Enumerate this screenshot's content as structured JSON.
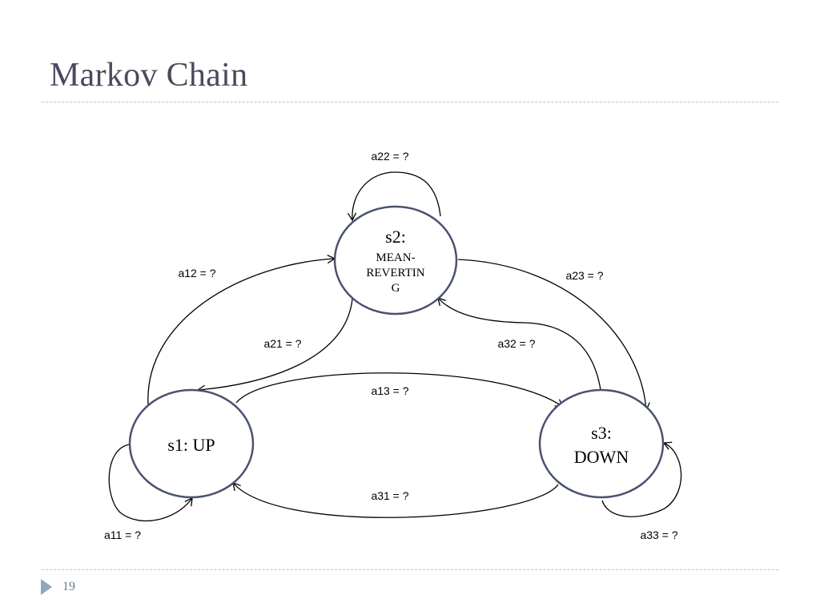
{
  "slide": {
    "title": "Markov Chain",
    "page_number": "19"
  },
  "states": {
    "s1": {
      "lines": [
        "s1: UP"
      ]
    },
    "s2": {
      "title": "s2:",
      "lines": [
        "MEAN-",
        "REVERTIN",
        "G"
      ]
    },
    "s3": {
      "lines": [
        "s3:",
        "DOWN"
      ]
    }
  },
  "transitions": {
    "a11": "a11 = ?",
    "a12": "a12 = ?",
    "a13": "a13 = ?",
    "a21": "a21 = ?",
    "a22": "a22 = ?",
    "a23": "a23 = ?",
    "a31": "a31 = ?",
    "a32": "a32 = ?",
    "a33": "a33 = ?"
  },
  "colors": {
    "title": "#4a4a5e",
    "state_border": "#4a5270",
    "edge": "#000000",
    "footer_arrow": "#8fa6c1"
  },
  "icons": {
    "footer": "triangle-bullet-icon"
  }
}
